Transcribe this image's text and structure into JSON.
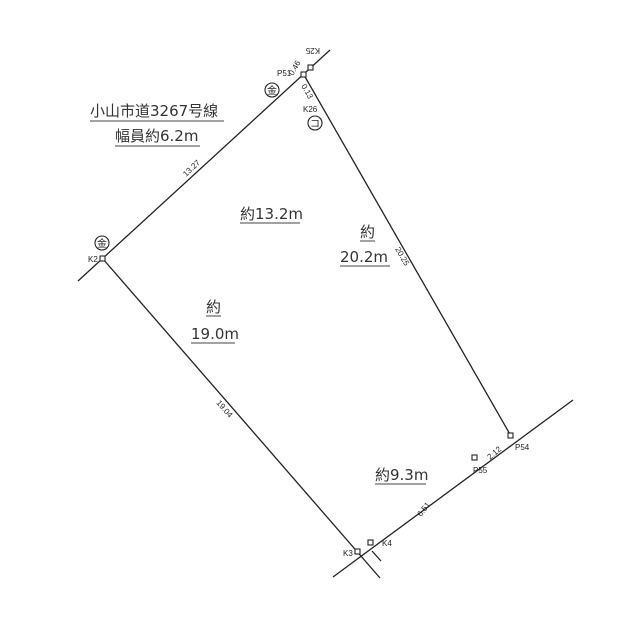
{
  "road": {
    "name": "小山市道3267号線",
    "width": "幅員約6.2m"
  },
  "dimensions": {
    "top": "約13.2m",
    "right_prefix": "約",
    "right": "20.2m",
    "left_prefix": "約",
    "left": "19.0m",
    "bottom": "約9.3m"
  },
  "survey_lengths": {
    "k2_p51": "13.27",
    "p51_k25": "0.46",
    "p51_k26": "0.13",
    "k26_p54": "20.25",
    "k2_k3": "19.04",
    "k4_p55": "6.51",
    "p55_p54": "2.12"
  },
  "points": {
    "k25": "K25",
    "p51": "P51",
    "k26": "K26",
    "k2": "K2",
    "k3": "K3",
    "k4": "K4",
    "p55": "P55",
    "p54": "P54"
  },
  "markers": {
    "kin": "金",
    "ko": "コ"
  }
}
